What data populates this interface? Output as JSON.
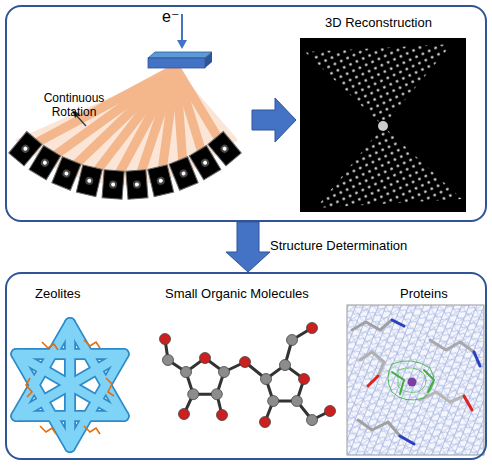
{
  "diagram": {
    "nodes": [
      {
        "text": [
          "e⁻",
          "Continuous Rotation",
          "3D Reconstruction"
        ]
      },
      {
        "text": [
          "Zeolites",
          "Small Organic Molecules",
          "Proteins"
        ]
      }
    ],
    "edges": [
      {
        "from": 0,
        "to": 1,
        "arrow": "to",
        "label": "Structure Determination"
      }
    ]
  }
}
